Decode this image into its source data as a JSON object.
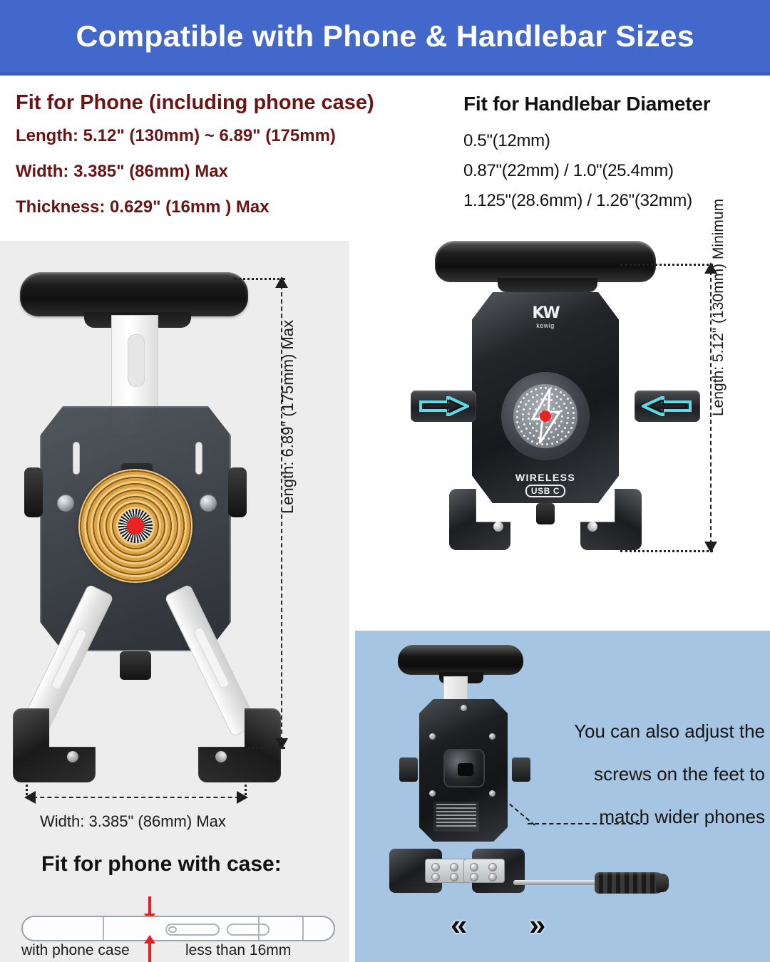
{
  "banner": {
    "title": "Compatible with Phone & Handlebar Sizes",
    "bg_color": "#4268cc",
    "text_color": "#ffffff"
  },
  "specs": {
    "phone": {
      "heading": "Fit for Phone (including phone case)",
      "color": "#6b1414",
      "rows": [
        "Length: 5.12\" (130mm) ~ 6.89\" (175mm)",
        "Width: 3.385\" (86mm) Max",
        "Thickness: 0.629\" (16mm ) Max"
      ]
    },
    "handlebar": {
      "heading": "Fit for Handlebar Diameter",
      "color": "#111111",
      "rows": [
        "0.5\"(12mm)",
        "0.87\"(22mm) / 1.0\"(25.4mm)",
        "1.125\"(28.6mm) / 1.26\"(32mm)"
      ]
    }
  },
  "left_panel": {
    "bg_color": "#ededed",
    "length_dimension": "Length: 6.89\" (175mm) Max",
    "width_dimension": "Width: 3.385\" (86mm) Max",
    "case_heading": "Fit for phone with case:",
    "case_note_left": "with phone case",
    "case_note_right": "less than 16mm",
    "coil_accent": "#d9a441",
    "center_dot_color": "#ee2222"
  },
  "right_product": {
    "logo_monogram": "KW",
    "logo_brand": "kewig",
    "badge_line1": "WIRELESS",
    "badge_line2": "USB C",
    "length_dimension": "Length: 5.12\" (130mm) Minimum",
    "arrow_glow_color": "#5fd8e8",
    "center_dot_color": "#ef2222"
  },
  "blue_panel": {
    "bg_color": "#a6c5e2",
    "note_lines": [
      "You can also adjust the",
      "screws on the feet to",
      "match wider phones"
    ],
    "chevron_left": "«",
    "chevron_right": "»"
  }
}
